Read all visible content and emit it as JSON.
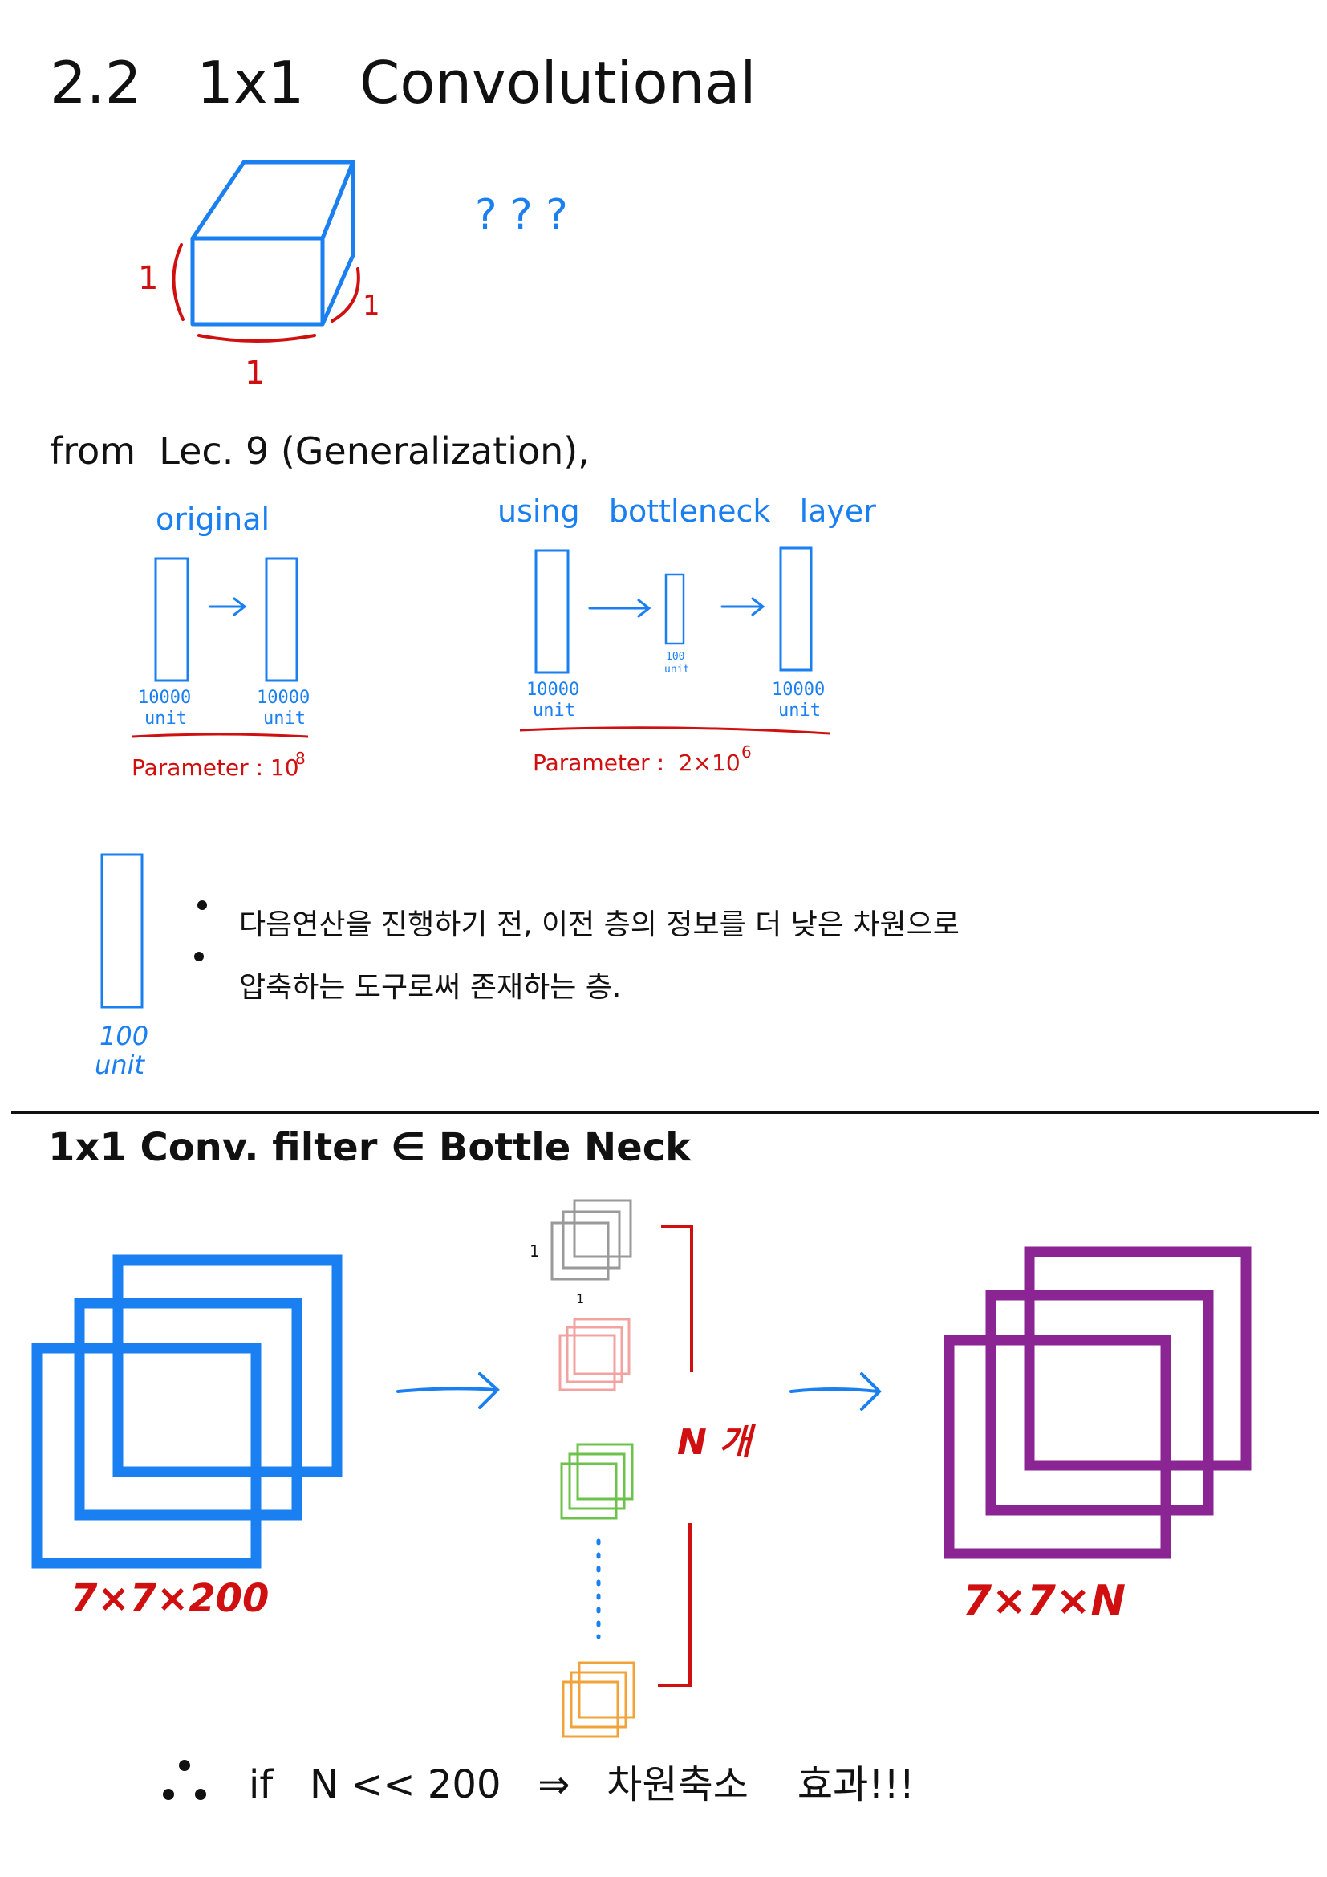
{
  "title": "2.2   1x1   Convolutional",
  "question_marks": "? ? ?",
  "cube": {
    "depth_label": "1",
    "height_label": "1",
    "width_label": "1"
  },
  "source_note": "from  Lec. 9 (Generalization),",
  "original": {
    "heading": "original",
    "left_label_1": "10000",
    "left_label_2": "unit",
    "right_label_1": "10000",
    "right_label_2": "unit",
    "parameter_label": "Parameter : 10",
    "parameter_exp": "8"
  },
  "bottleneck": {
    "heading": "using   bottleneck   layer",
    "left_label_1": "10000",
    "left_label_2": "unit",
    "mid_label_1": "100",
    "mid_label_2": "unit",
    "right_label_1": "10000",
    "right_label_2": "unit",
    "parameter_label": "Parameter :  2×10",
    "parameter_exp": "6"
  },
  "layer_note": {
    "box_label_1": "100",
    "box_label_2": "unit",
    "line_1": "다음연산을 진행하기 전, 이전 층의 정보를 더 낮은 차원으로",
    "line_2": "압축하는 도구로써 존재하는 층."
  },
  "section2": {
    "heading": "1x1 Conv. filter ∈ Bottle Neck",
    "input_label": "7×7×200",
    "filter_marks": [
      "1",
      "1"
    ],
    "n_label": "N 개",
    "output_label": "7×7×N"
  },
  "conclusion": {
    "therefore": "∴",
    "text": "if   N << 200   ⇒   차원축소    효과!!!"
  },
  "colors": {
    "blue": "#1a7ff0",
    "red": "#d01010",
    "purple": "#8a2593",
    "gray": "#9a9a9a",
    "pink": "#f2a3a0",
    "green": "#6cc24a",
    "orange": "#f0a33a"
  }
}
